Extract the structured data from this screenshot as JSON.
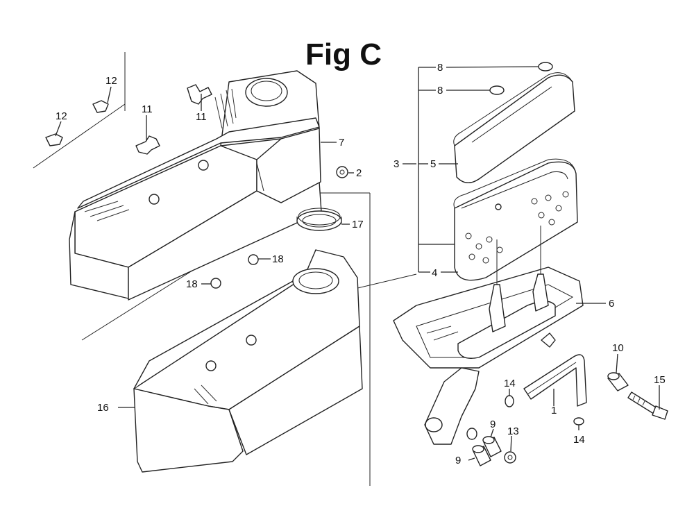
{
  "figure": {
    "title": "Fig C"
  },
  "callouts": {
    "c1": "1",
    "c2": "2",
    "c3": "3",
    "c4": "4",
    "c5": "5",
    "c6": "6",
    "c7": "7",
    "c8a": "8",
    "c8b": "8",
    "c9a": "9",
    "c9b": "9",
    "c10": "10",
    "c11a": "11",
    "c11b": "11",
    "c12a": "12",
    "c12b": "12",
    "c13": "13",
    "c14a": "14",
    "c14b": "14",
    "c15": "15",
    "c16": "16",
    "c17": "17",
    "c18a": "18",
    "c18b": "18"
  }
}
